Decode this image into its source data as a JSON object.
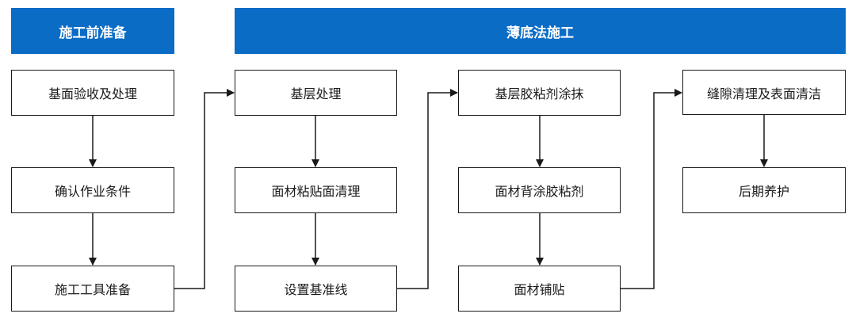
{
  "headers": {
    "prep": "施工前准备",
    "method": "薄底法施工"
  },
  "steps": {
    "col1": [
      "基面验收及处理",
      "确认作业条件",
      "施工工具准备"
    ],
    "col2": [
      "基层处理",
      "面材粘贴面清理",
      "设置基准线"
    ],
    "col3": [
      "基层胶粘剂涂抹",
      "面材背涂胶粘剂",
      "面材铺贴"
    ],
    "col4": [
      "缝隙清理及表面清洁",
      "后期养护"
    ]
  },
  "colors": {
    "header_bg": "#0b6cc6",
    "header_text": "#ffffff",
    "box_border": "#1a1a1a",
    "arrow": "#1a1a1a"
  }
}
